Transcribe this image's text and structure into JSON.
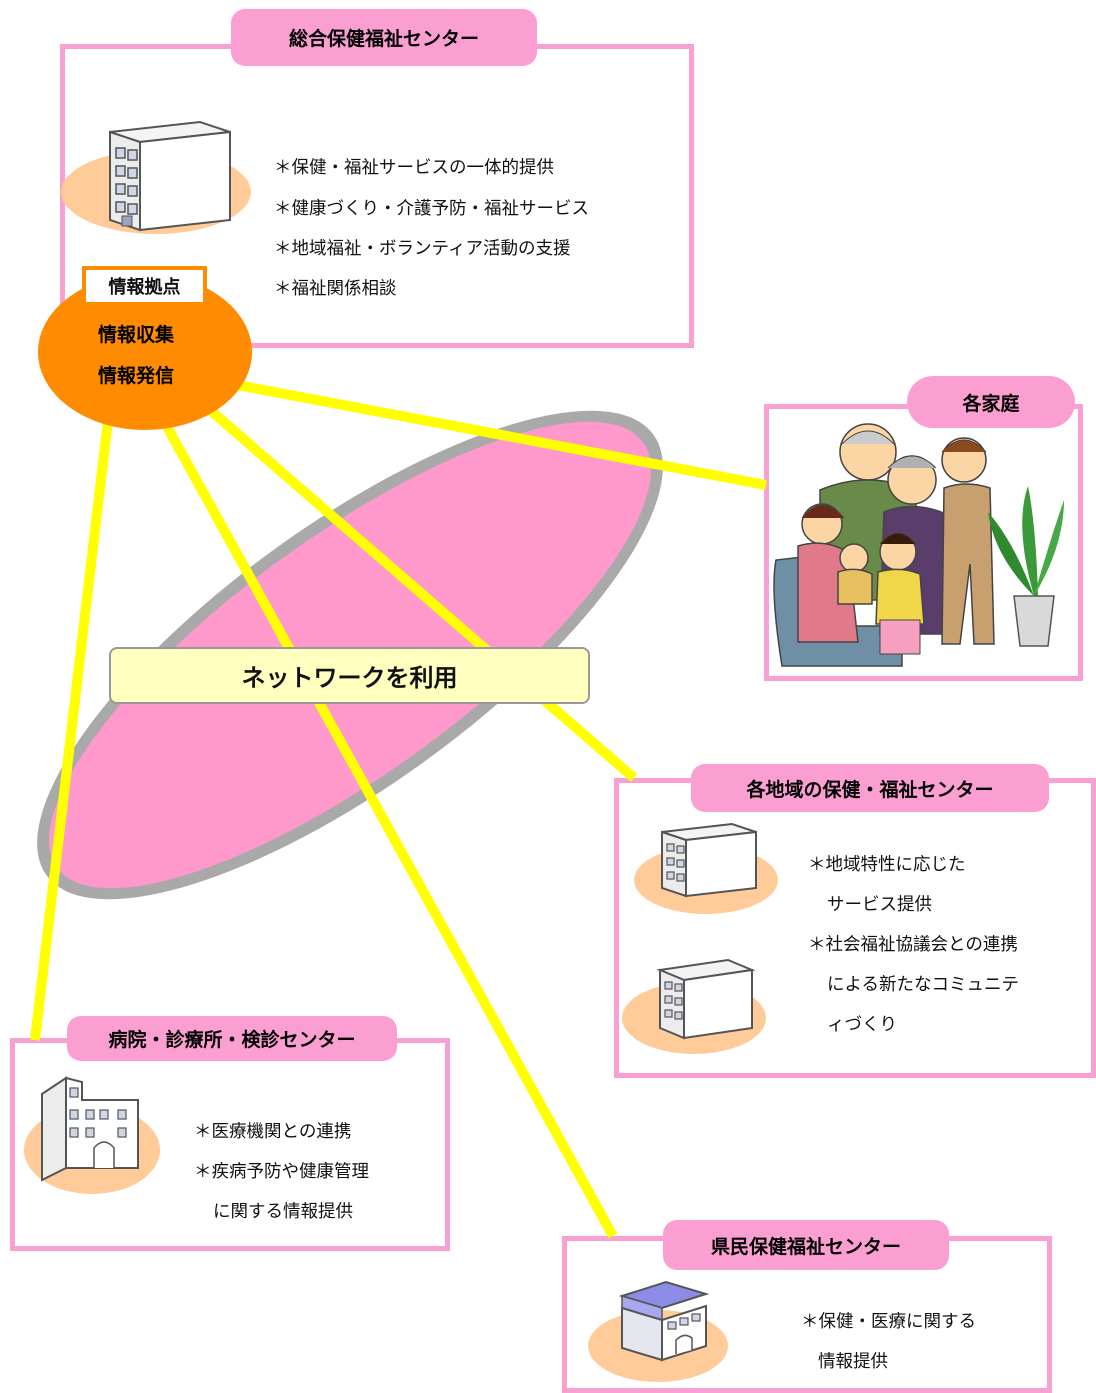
{
  "central": {
    "title": "総合保健福祉センター",
    "items": [
      "＊保健・福祉サービスの一体的提供",
      "＊健康づくり・介護予防・福祉サービス",
      "＊地域福祉・ボランティア活動の支援",
      "＊福祉関係相談"
    ]
  },
  "hub": {
    "label": "情報拠点",
    "line1": "情報収集",
    "line2": "情報発信"
  },
  "network": {
    "label": "ネットワークを利用"
  },
  "family": {
    "title": "各家庭"
  },
  "regional": {
    "title": "各地域の保健・福祉センター",
    "items": [
      "＊地域特性に応じた",
      "サービス提供",
      "＊社会福祉協議会との連携",
      "による新たなコミュニテ",
      "ィづくり"
    ]
  },
  "hospital": {
    "title": "病院・診療所・検診センター",
    "items": [
      "＊医療機関との連携",
      "＊疾病予防や健康管理",
      "に関する情報提供"
    ]
  },
  "prefectural": {
    "title": "県民保健福祉センター",
    "items": [
      "＊保健・医療に関する",
      "情報提供"
    ]
  },
  "colors": {
    "box_border": "#f9a0d3",
    "pill": "#fb9fd3",
    "hub": "#ff8c00",
    "connector": "#ffff00",
    "network_ellipse": "#ff99cc",
    "network_label_bg": "#ffffc0"
  }
}
